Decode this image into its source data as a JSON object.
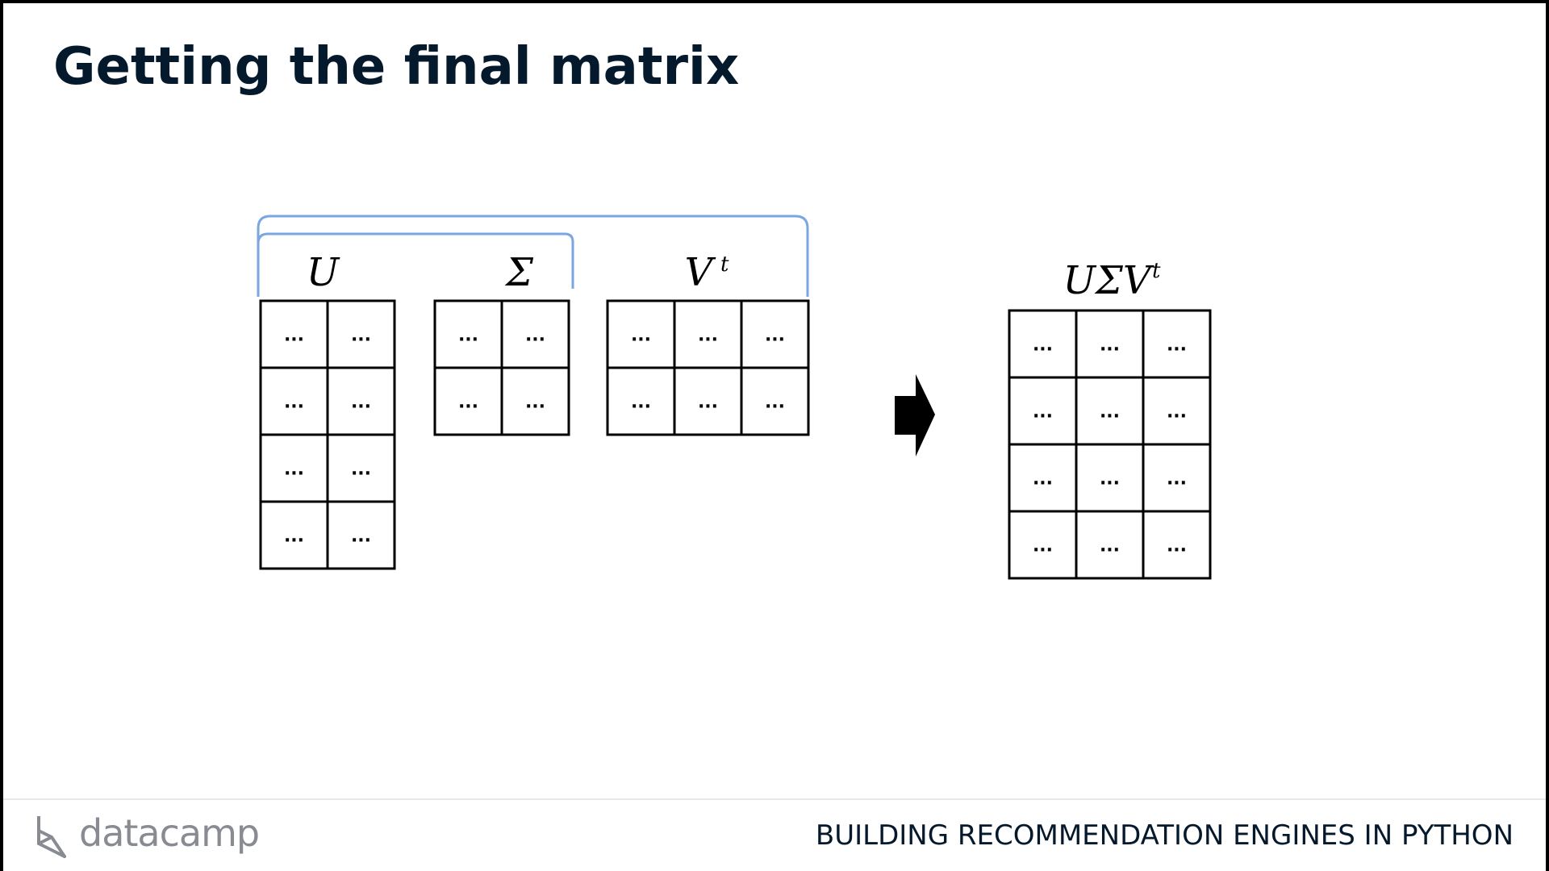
{
  "slide": {
    "title": "Getting the final matrix",
    "course": "BUILDING RECOMMENDATION ENGINES IN PYTHON"
  },
  "brand": {
    "name": "datacamp",
    "logo_icon": "datacamp-logo-icon"
  },
  "diagram": {
    "cell_text": "...",
    "matrices": [
      {
        "id": "u",
        "label": "U",
        "superscript": "",
        "rows": 4,
        "cols": 2
      },
      {
        "id": "sigma",
        "label": "Σ",
        "superscript": "",
        "rows": 2,
        "cols": 2
      },
      {
        "id": "vt",
        "label": "V",
        "superscript": "t",
        "rows": 2,
        "cols": 3
      },
      {
        "id": "result",
        "label": "UΣV",
        "superscript": "t",
        "rows": 4,
        "cols": 3
      }
    ],
    "arrow_icon": "right-arrow-icon",
    "colors": {
      "bracket": "#7aa7e0",
      "grid": "#000000"
    }
  }
}
